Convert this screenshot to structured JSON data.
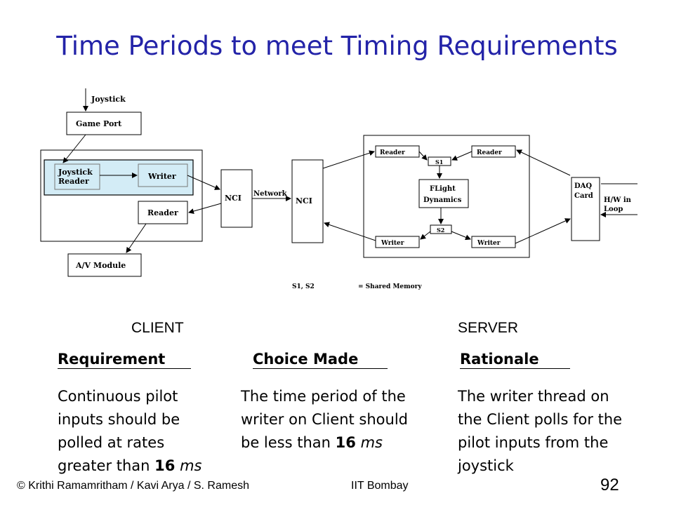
{
  "title": "Time Periods to meet Timing Requirements",
  "diagram": {
    "joystick": "Joystick",
    "game_port": "Game Port",
    "joystick_reader_1": "Joystick",
    "joystick_reader_2": "Reader",
    "client_writer": "Writer",
    "client_reader": "Reader",
    "av_module": "A/V Module",
    "nci_client": "NCI",
    "network": "Network",
    "nci_server": "NCI",
    "server_reader_left": "Reader",
    "server_reader_right": "Reader",
    "s1": "S1",
    "flight_dynamics_1": "FLight",
    "flight_dynamics_2": "Dynamics",
    "s2": "S2",
    "server_writer_left": "Writer",
    "server_writer_right": "Writer",
    "daq_card_1": "DAQ",
    "daq_card_2": "Card",
    "hw_loop_1": "H/W in",
    "hw_loop_2": "Loop",
    "legend_key": "S1, S2",
    "legend_value": "= Shared Memory"
  },
  "labels": {
    "client": "CLIENT",
    "server": "SERVER"
  },
  "columns": {
    "requirement": {
      "heading": "Requirement",
      "lines": [
        "Continuous pilot",
        "inputs should be",
        "polled at rates"
      ],
      "last_prefix": "greater than ",
      "number": "16",
      "unit": "ms"
    },
    "choice": {
      "heading": "Choice Made",
      "lines": [
        "The time period of the",
        "writer on Client should"
      ],
      "last_prefix": "be less than ",
      "number": "16",
      "unit": "ms"
    },
    "rationale": {
      "heading": "Rationale",
      "lines": [
        "The writer thread on",
        "the Client polls for the",
        "pilot inputs from the",
        "joystick"
      ]
    }
  },
  "footer": {
    "authors": "© Krithi Ramamritham / Kavi Arya / S. Ramesh",
    "institution": "IIT Bombay",
    "page": "92"
  }
}
